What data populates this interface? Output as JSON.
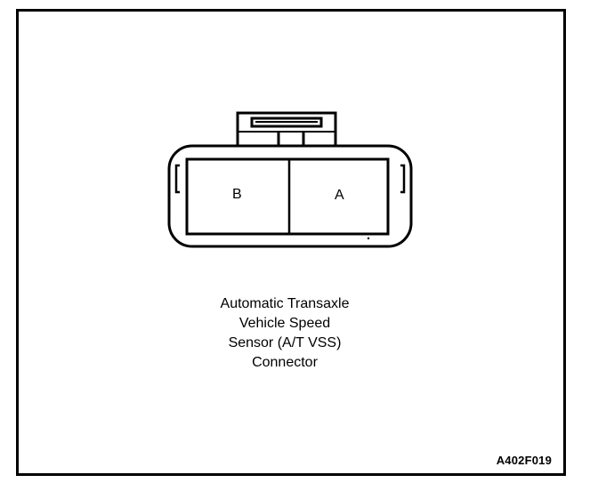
{
  "connector": {
    "pin_b": "B",
    "pin_a": "A"
  },
  "caption": {
    "line1": "Automatic Transaxle",
    "line2": "Vehicle Speed",
    "line3": "Sensor (A/T VSS)",
    "line4": "Connector"
  },
  "figure_code": "A402F019",
  "colors": {
    "stroke": "#000000",
    "background": "#ffffff"
  }
}
